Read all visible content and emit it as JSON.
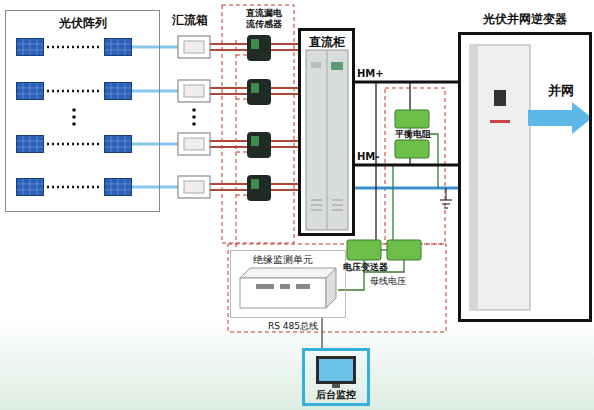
{
  "diagram": {
    "nodes": [
      {
        "text": [
          "光伏阵列"
        ]
      },
      {
        "text": [
          "直流柜"
        ]
      },
      {
        "text": [
          "光伏并网逆变器"
        ]
      },
      {
        "text": [
          "绝缘监测单元"
        ]
      },
      {
        "text": [
          "后台监控"
        ]
      }
    ],
    "edges": [
      {
        "from": 1,
        "to": 2,
        "label": "HM+",
        "arrow": "none"
      },
      {
        "from": 1,
        "to": 2,
        "label": "HM-",
        "arrow": "none"
      },
      {
        "from": 3,
        "to": 4,
        "label": "RS 485总线",
        "arrow": "none"
      }
    ],
    "labels": [
      "汇流箱",
      "直流漏电流传感器",
      "平衡电阻",
      "电压变送器",
      "母线电压",
      "并网"
    ]
  }
}
